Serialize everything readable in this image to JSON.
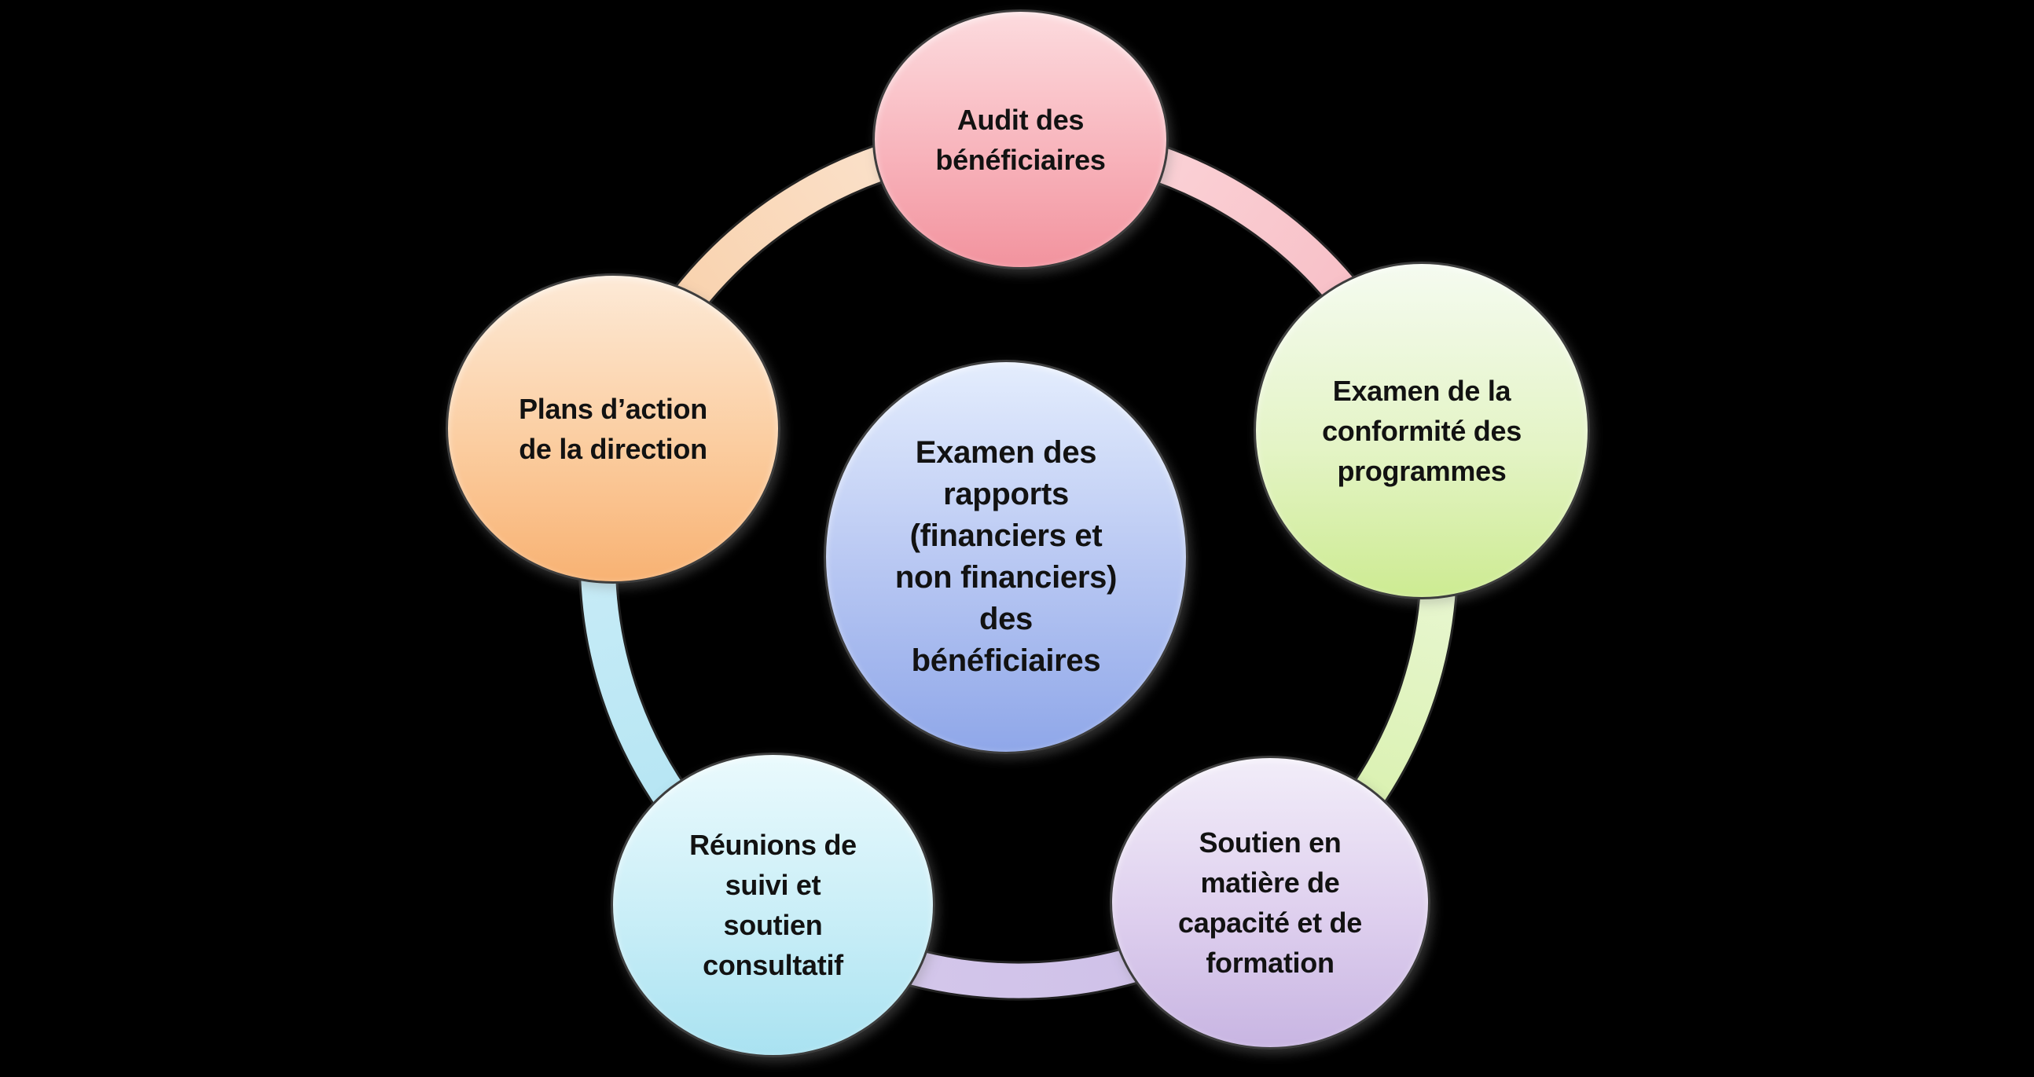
{
  "background_color": "#000000",
  "diagram": {
    "type": "cycle",
    "center": {
      "label": "Examen des\nrapports\n(financiers et\nnon financiers)\ndes\nbénéficiaires",
      "color_top": "#e4edfd",
      "color_bottom": "#8fa7e9"
    },
    "nodes": [
      {
        "id": "audit",
        "label": "Audit des\nbénéficiaires",
        "position": "top",
        "color_top": "#fcdbde",
        "color_bottom": "#f2939e"
      },
      {
        "id": "conformite",
        "label": "Examen de la\nconformité des\nprogrammes",
        "position": "right",
        "color_top": "#f5fbf0",
        "color_bottom": "#cdeb92"
      },
      {
        "id": "soutien-capacite",
        "label": "Soutien en\nmatière de\ncapacité et de\nformation",
        "position": "bottom-right",
        "color_top": "#f2edf9",
        "color_bottom": "#c8b5e2"
      },
      {
        "id": "reunions",
        "label": "Réunions de\nsuivi et\nsoutien\nconsultatif",
        "position": "bottom-left",
        "color_top": "#eafafd",
        "color_bottom": "#a9e2f1"
      },
      {
        "id": "plans",
        "label": "Plans d’action\nde la direction",
        "position": "left",
        "color_top": "#fdead7",
        "color_bottom": "#f8b273"
      }
    ],
    "ring_segments": [
      {
        "from": "plans",
        "to": "audit",
        "color_start": "#f8cba0",
        "color_end": "#fbe7d6"
      },
      {
        "from": "audit",
        "to": "conformite",
        "color_start": "#fcdadd",
        "color_end": "#f6b6bf"
      },
      {
        "from": "conformite",
        "to": "soutien-capacite",
        "color_start": "#f0f9e3",
        "color_end": "#d3efa0"
      },
      {
        "from": "soutien-capacite",
        "to": "reunions",
        "color_start": "#cdbfe7",
        "color_end": "#d6c9ec"
      },
      {
        "from": "reunions",
        "to": "plans",
        "color_start": "#aee3f2",
        "color_end": "#cfeef8"
      }
    ]
  }
}
